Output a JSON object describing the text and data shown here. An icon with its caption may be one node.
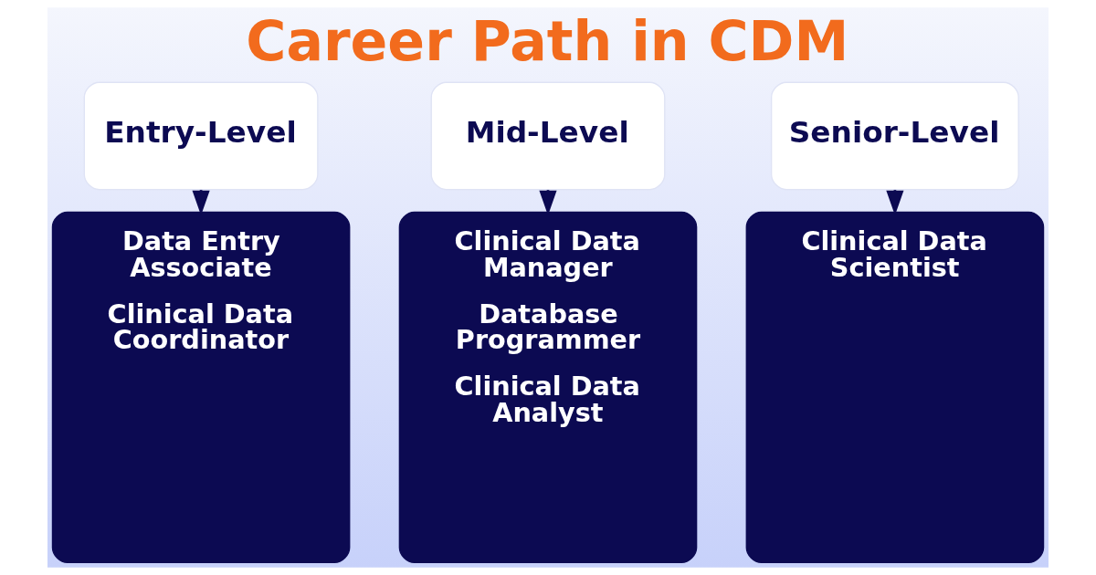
{
  "diagram": {
    "title": "Career Path in CDM",
    "nodes": [
      {
        "text": [
          "Entry-Level"
        ]
      },
      {
        "text": [
          "Data Entry Associate",
          "Clinical Data Coordinator"
        ]
      },
      {
        "text": [
          "Mid-Level"
        ]
      },
      {
        "text": [
          "Clinical Data Manager",
          "Database Programmer",
          "Clinical Data Analyst"
        ]
      },
      {
        "text": [
          "Senior-Level"
        ]
      },
      {
        "text": [
          "Clinical Data Scientist"
        ]
      }
    ],
    "edges": [
      {
        "from": 0,
        "to": 1,
        "arrow": "to"
      },
      {
        "from": 2,
        "to": 3,
        "arrow": "to"
      },
      {
        "from": 4,
        "to": 5,
        "arrow": "to"
      }
    ]
  }
}
